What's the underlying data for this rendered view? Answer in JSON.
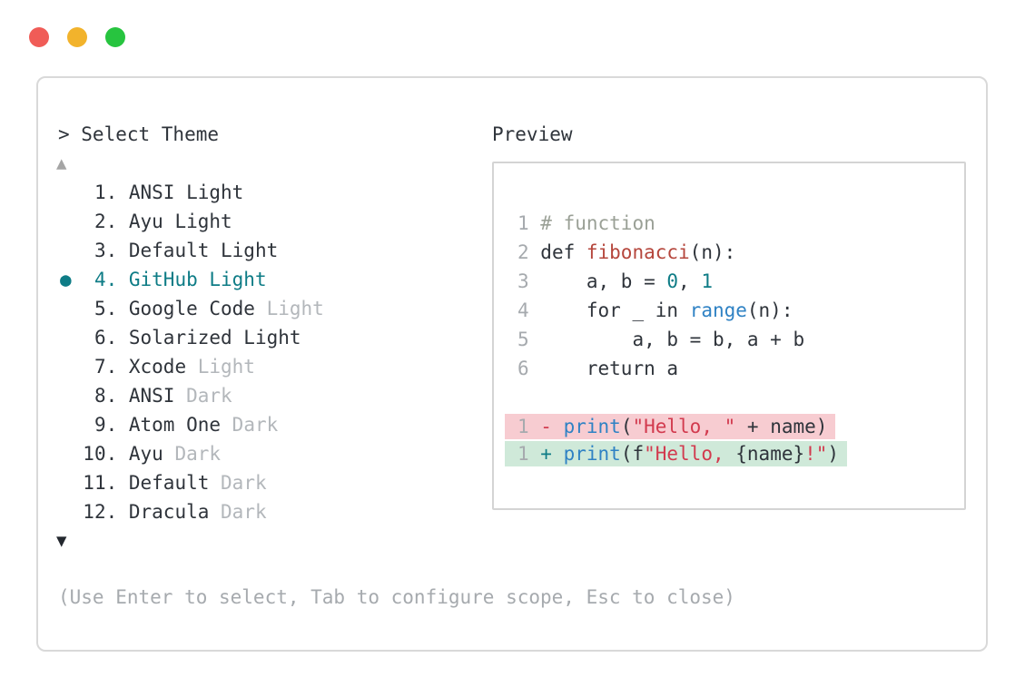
{
  "colors": {
    "text": "#2f343b",
    "dim": "#b3b7bb",
    "gray": "#a6aaae",
    "teal": "#0e7c86",
    "blue": "#2f82c4",
    "crimson": "#d23a4e",
    "brick": "#b5463c",
    "comment": "#9aa096",
    "gutter": "#a6aaae",
    "diff_removed_bg": "#f7ccd1",
    "diff_added_bg": "#cfe9d9",
    "window_border": "#d9d9d9",
    "box_border": "#d4d4d4",
    "traffic_red": "#f05c57",
    "traffic_yellow": "#f2b32c",
    "traffic_green": "#27c43f",
    "arrow_up": "#a5a5a5",
    "arrow_down": "#23272e"
  },
  "traffic_lights": [
    "traffic_red",
    "traffic_yellow",
    "traffic_green"
  ],
  "selector": {
    "prompt": "> Select Theme",
    "scroll_up_icon": "▲",
    "scroll_down_icon": "▼",
    "bullet_icon": "●",
    "items": [
      {
        "number": 1,
        "name": "ANSI Light",
        "dim_suffix": "",
        "selected": false
      },
      {
        "number": 2,
        "name": "Ayu Light",
        "dim_suffix": "",
        "selected": false
      },
      {
        "number": 3,
        "name": "Default Light",
        "dim_suffix": "",
        "selected": false
      },
      {
        "number": 4,
        "name": "GitHub Light",
        "dim_suffix": "",
        "selected": true
      },
      {
        "number": 5,
        "name": "Google Code",
        "dim_suffix": " Light",
        "selected": false
      },
      {
        "number": 6,
        "name": "Solarized Light",
        "dim_suffix": "",
        "selected": false
      },
      {
        "number": 7,
        "name": "Xcode",
        "dim_suffix": " Light",
        "selected": false
      },
      {
        "number": 8,
        "name": "ANSI",
        "dim_suffix": " Dark",
        "selected": false
      },
      {
        "number": 9,
        "name": "Atom One",
        "dim_suffix": " Dark",
        "selected": false
      },
      {
        "number": 10,
        "name": "Ayu",
        "dim_suffix": " Dark",
        "selected": false
      },
      {
        "number": 11,
        "name": "Default",
        "dim_suffix": " Dark",
        "selected": false
      },
      {
        "number": 12,
        "name": "Dracula",
        "dim_suffix": " Dark",
        "selected": false
      }
    ],
    "hint": "(Use Enter to select, Tab to configure scope, Esc to close)"
  },
  "preview": {
    "title": "Preview",
    "code_lines": [
      [
        {
          "t": "1 ",
          "c": "gutter"
        },
        {
          "t": "# function",
          "c": "comment"
        }
      ],
      [
        {
          "t": "2 ",
          "c": "gutter"
        },
        {
          "t": "def ",
          "c": "text"
        },
        {
          "t": "fibonacci",
          "c": "brick"
        },
        {
          "t": "(n):",
          "c": "text"
        }
      ],
      [
        {
          "t": "3 ",
          "c": "gutter"
        },
        {
          "t": "    a, b = ",
          "c": "text"
        },
        {
          "t": "0",
          "c": "teal"
        },
        {
          "t": ", ",
          "c": "text"
        },
        {
          "t": "1",
          "c": "teal"
        }
      ],
      [
        {
          "t": "4 ",
          "c": "gutter"
        },
        {
          "t": "    for _ in ",
          "c": "text"
        },
        {
          "t": "range",
          "c": "blue"
        },
        {
          "t": "(n):",
          "c": "text"
        }
      ],
      [
        {
          "t": "5 ",
          "c": "gutter"
        },
        {
          "t": "        a, b = b, a + b",
          "c": "text"
        }
      ],
      [
        {
          "t": "6 ",
          "c": "gutter"
        },
        {
          "t": "    return a",
          "c": "text"
        }
      ]
    ],
    "diff_lines": [
      {
        "kind": "removed",
        "bg": "diff_removed_bg",
        "segments": [
          {
            "t": "1 ",
            "c": "gutter"
          },
          {
            "t": "- ",
            "c": "crimson"
          },
          {
            "t": "print",
            "c": "blue"
          },
          {
            "t": "(",
            "c": "text"
          },
          {
            "t": "\"Hello, \"",
            "c": "crimson"
          },
          {
            "t": " + name)",
            "c": "text"
          }
        ]
      },
      {
        "kind": "added",
        "bg": "diff_added_bg",
        "segments": [
          {
            "t": "1 ",
            "c": "gutter"
          },
          {
            "t": "+ ",
            "c": "teal"
          },
          {
            "t": "print",
            "c": "blue"
          },
          {
            "t": "(f",
            "c": "text"
          },
          {
            "t": "\"Hello, ",
            "c": "crimson"
          },
          {
            "t": "{name}",
            "c": "text"
          },
          {
            "t": "!\"",
            "c": "crimson"
          },
          {
            "t": ")",
            "c": "text"
          }
        ]
      }
    ]
  }
}
